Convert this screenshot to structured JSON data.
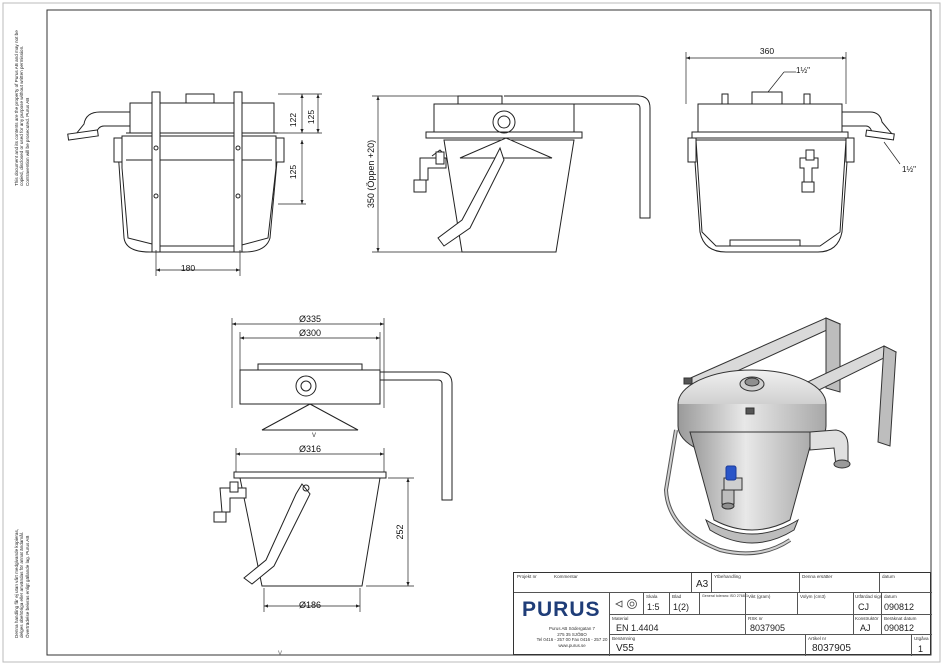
{
  "dims": {
    "w180": "180",
    "h122": "122",
    "h125a": "125",
    "h125b": "125",
    "h350": "350 (Öppen +20)",
    "w360": "360",
    "thread_a": "1½\"",
    "thread_b": "1½\"",
    "d335": "Ø335",
    "d300": "Ø300",
    "d316": "Ø316",
    "h252": "252",
    "d186": "Ø186"
  },
  "side_notes": {
    "top": [
      "This document and its contents are the property of Purus AB and may not be",
      "copied, disclosed or used for any purpose without written permission.",
      "Contravention will be prosecuted. Purus AB"
    ],
    "bottom": [
      "Denna handling får ej utan vårt medgivande kopieras,",
      "delges obehöriga eller användas för annat ändamål.",
      "Överträdelse beivras enligt gällande lag. Purus AB"
    ]
  },
  "title_block": {
    "projekt_nr_label": "Projekt nr",
    "kommentar_label": "Kommentar",
    "format": "A3",
    "ytbehandling_label": "Ytbehandling",
    "denna_ersatter_label": "Denna ersätter",
    "datum_label_1": "datum",
    "logo": "PURUS",
    "skala_label": "Skala",
    "skala": "1:5",
    "blad_label": "Blad",
    "blad": "1(2)",
    "general_tol_label": "General toleranc ISO 2768-1",
    "vikt_label": "Vikt (gram)",
    "volym_label": "Volym (cm3)",
    "ritad_label": "Utfärdad sign",
    "ritad": "CJ",
    "datum_label_2": "datum",
    "datum_1": "090812",
    "material_label": "Material",
    "material": "EN 1.4404",
    "rsk_label": "RSK nr",
    "rsk": "8037905",
    "konstr_label": "Konstruktör",
    "konstr": "AJ",
    "godkand_label": "Beräknat datum",
    "datum_2": "090812",
    "benamning_label": "Benämning",
    "benamning": "V55",
    "artikel_label": "Artikel nr",
    "artikel": "8037905",
    "utgava_label": "Utgåva",
    "utgava": "1",
    "address": [
      "Purus AB    Södergatan 7",
      "275 35 SJÖBO",
      "Tel 0416 - 257 00   Fax 0416 - 257 20",
      "www.purus.se"
    ]
  },
  "colors": {
    "line": "#222222",
    "shade_light": "#e6e6e6",
    "shade_mid": "#c9c9c9",
    "shade_dark": "#9a9a9a",
    "valve_blue": "#2a55c8",
    "brand": "#1f3d78"
  }
}
